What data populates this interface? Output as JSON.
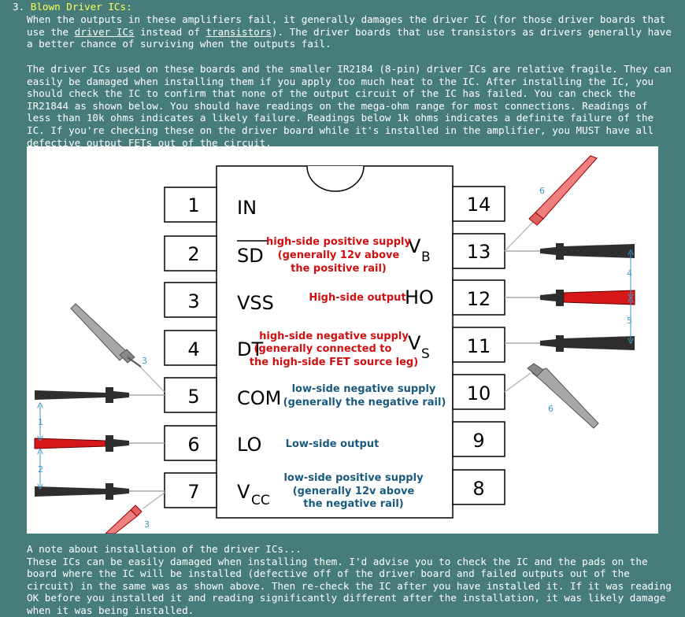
{
  "heading": {
    "number": "3.",
    "title": "Blown Driver ICs:"
  },
  "para1": {
    "t1": "When the outputs in these amplifiers fail, it generally damages the driver IC (for those driver boards that use the ",
    "link1": "driver ICs",
    "t2": " instead of ",
    "link2": "transistors",
    "t3": "). The driver boards that use transistors as drivers generally have a better chance of surviving when the outputs fail."
  },
  "para2": "The driver ICs used on these boards and the smaller IR2184 (8-pin) driver ICs are relative fragile. They can easily be damaged when installing them if you apply too much heat to the IC. After installing the IC, you should check the IC to confirm that none of the output circuit of the IC has failed. You can check the IR21844 as shown below. You should have readings on the mega-ohm range for most connections. Readings of less than 10k ohms indicates a likely failure. Readings below 1k ohms indicates a definite failure of the IC. If you're checking these on the driver board while it's installed in the amplifier, you MUST have all defective output FETs out of the circuit.",
  "diagram": {
    "left_pins": [
      {
        "num": "1",
        "signal": "IN"
      },
      {
        "num": "2",
        "signal": "SD"
      },
      {
        "num": "3",
        "signal": "VSS"
      },
      {
        "num": "4",
        "signal": "DT"
      },
      {
        "num": "5",
        "signal": "COM"
      },
      {
        "num": "6",
        "signal": "LO"
      },
      {
        "num": "7",
        "signal": "V",
        "sub": "CC"
      }
    ],
    "right_pins": [
      {
        "num": "14",
        "signal": ""
      },
      {
        "num": "13",
        "signal": "V",
        "sub": "B"
      },
      {
        "num": "12",
        "signal": "HO"
      },
      {
        "num": "11",
        "signal": "V",
        "sub": "S"
      },
      {
        "num": "10",
        "signal": ""
      },
      {
        "num": "9",
        "signal": ""
      },
      {
        "num": "8",
        "signal": ""
      }
    ],
    "notes": {
      "sd1": "high-side positive supply",
      "sd2": "(generally 12v above",
      "sd3": "the positive rail)",
      "ho": "High-side output",
      "dt1": "high-side negative supply",
      "dt2": "(generally connected to",
      "dt3": "the high-side FET source leg)",
      "com1": "low-side negative supply",
      "com2": "(generally the negative rail)",
      "lo": "Low-side output",
      "vcc1": "low-side positive supply",
      "vcc2": "(generally 12v above",
      "vcc3": "the negative rail)"
    },
    "measurements": [
      "1",
      "2",
      "3",
      "3",
      "4",
      "5",
      "6",
      "6"
    ],
    "colors": {
      "probe_black": "#2E2E2E",
      "probe_red": "#D81818",
      "probe_pink": "#F08080",
      "probe_grey": "#A8A8A8",
      "note_red": "#D01010",
      "note_blue": "#1A5A80",
      "arrow_blue": "#3A9AC8"
    }
  },
  "para3": {
    "title": "A note about installation of the driver ICs...",
    "body": "These ICs can be easily damaged when installing them. I'd advise you to check the IC and the pads on the board where the IC will be installed (defective off of the driver board and failed outputs out of the circuit) in the same was as shown above. Then re-check the IC after you have installed it. If it was reading OK before you installed it and reading significantly different after the installation, it was likely damage when it was being installed."
  }
}
